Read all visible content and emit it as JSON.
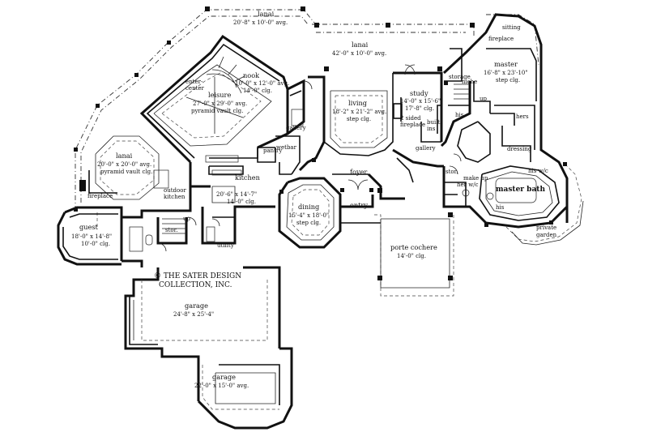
{
  "rooms": {
    "lanai_top": {
      "name": "lanai",
      "dim1": "20'-8\" x 10'-0\" avg."
    },
    "lanai_center": {
      "name": "lanai",
      "dim1": "42'-0\" x 10'-0\" avg."
    },
    "lanai_left": {
      "name": "lanai",
      "dim1": "20'-0\" x 20'-0\" avg.",
      "dim2": "pyramid vault clg."
    },
    "nook": {
      "name": "nook",
      "dim1": "10'-0\" x 12'-0\" avg.",
      "dim2": "14'-0\" clg."
    },
    "leisure": {
      "name": "leisure",
      "dim1": "27'-0\" x 29'-0\" avg.",
      "dim2": "pyramid vault clg."
    },
    "ent_center": {
      "line1": "enter-",
      "line2": "center"
    },
    "living": {
      "name": "living",
      "dim1": "18'-2\" x 21'-2\" avg.",
      "dim2": "step clg."
    },
    "study": {
      "name": "study",
      "dim1": "14'-0\" x 15'-6\"",
      "dim2": "17'-8\" clg."
    },
    "storage": {
      "name": "storage"
    },
    "niche": {
      "name": "niche"
    },
    "up_master": {
      "name": "up"
    },
    "sitting": {
      "name": "sitting"
    },
    "fireplace_master": {
      "name": "fireplace"
    },
    "master": {
      "name": "master",
      "dim1": "16'-8\" x 23'-10\"",
      "dim2": "step clg."
    },
    "his": {
      "name": "his"
    },
    "hers": {
      "name": "hers"
    },
    "dressing": {
      "name": "dressing"
    },
    "gallery_left": {
      "name": "gallery"
    },
    "gallery_right": {
      "name": "gallery"
    },
    "wetbar": {
      "name": "wetbar"
    },
    "pantry": {
      "name": "pantry"
    },
    "two_sided": {
      "line1": "2 sided",
      "line2": "fireplace"
    },
    "built_ins": {
      "line1": "built-",
      "line2": "ins"
    },
    "kitchen": {
      "name": "kitchen",
      "dim1": "20'-6\" x 14'-7\"",
      "dim2": "14'-0\" clg."
    },
    "outdoor_kitchen": {
      "line1": "outdoor",
      "line2": "kitchen"
    },
    "fireplace_lanai": {
      "name": "fireplace"
    },
    "foyer": {
      "name": "foyer"
    },
    "dining": {
      "name": "dining",
      "dim1": "15'-4\" x 18'-0\"",
      "dim2": "step clg."
    },
    "entry": {
      "name": "entry"
    },
    "stor_mid": {
      "name": "stor."
    },
    "make_up": {
      "name": "make up"
    },
    "her_wc": {
      "name": "her w/c"
    },
    "his_wc": {
      "name": "his w/c"
    },
    "master_bath": {
      "name": "master bath"
    },
    "his_bath": {
      "name": "his"
    },
    "private_garden": {
      "line1": "private",
      "line2": "garden"
    },
    "guest": {
      "name": "guest",
      "dim1": "18'-0\" x 14'-8\"",
      "dim2": "10'-0\" clg."
    },
    "stor_guest": {
      "name": "stor."
    },
    "up_guest": {
      "name": "up"
    },
    "utility": {
      "name": "utility"
    },
    "porte_cochere": {
      "name": "porte cochere",
      "dim1": "14'-0\" clg."
    },
    "garage_top": {
      "name": "garage",
      "dim1": "24'-8\" x 25'-4\""
    },
    "garage_bottom": {
      "name": "garage",
      "dim1": "22'-0\" x 15'-0\" avg."
    }
  },
  "copyright": {
    "line1": "© THE SATER DESIGN",
    "line2": "COLLECTION, INC."
  }
}
